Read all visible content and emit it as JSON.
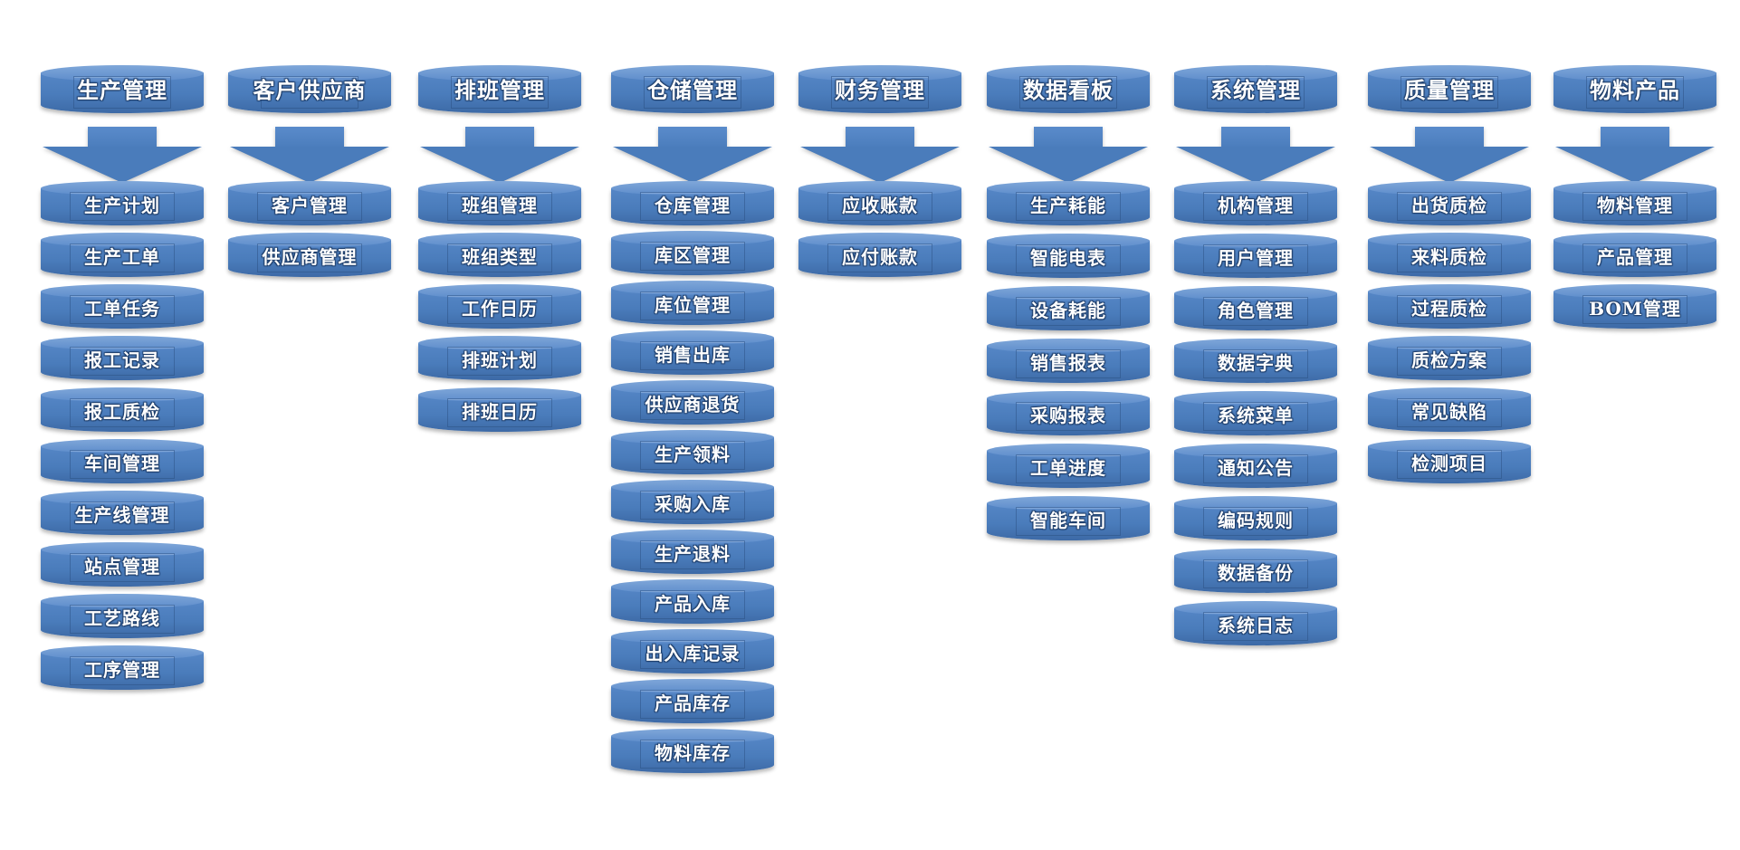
{
  "columns": [
    {
      "title": "生产管理",
      "items": [
        "生产计划",
        "生产工单",
        "工单任务",
        "报工记录",
        "报工质检",
        "车间管理",
        "生产线管理",
        "站点管理",
        "工艺路线",
        "工序管理"
      ]
    },
    {
      "title": "客户供应商",
      "items": [
        "客户管理",
        "供应商管理"
      ]
    },
    {
      "title": "排班管理",
      "items": [
        "班组管理",
        "班组类型",
        "工作日历",
        "排班计划",
        "排班日历"
      ]
    },
    {
      "title": "仓储管理",
      "items": [
        "仓库管理",
        "库区管理",
        "库位管理",
        "销售出库",
        "供应商退货",
        "生产领料",
        "采购入库",
        "生产退料",
        "产品入库",
        "出入库记录",
        "产品库存",
        "物料库存"
      ]
    },
    {
      "title": "财务管理",
      "items": [
        "应收账款",
        "应付账款"
      ]
    },
    {
      "title": "数据看板",
      "items": [
        "生产耗能",
        "智能电表",
        "设备耗能",
        "销售报表",
        "采购报表",
        "工单进度",
        "智能车间"
      ]
    },
    {
      "title": "系统管理",
      "items": [
        "机构管理",
        "用户管理",
        "角色管理",
        "数据字典",
        "系统菜单",
        "通知公告",
        "编码规则",
        "数据备份",
        "系统日志"
      ]
    },
    {
      "title": "质量管理",
      "items": [
        "出货质检",
        "来料质检",
        "过程质检",
        "质检方案",
        "常见缺陷",
        "检测项目"
      ]
    },
    {
      "title": "物料产品",
      "items": [
        "物料管理",
        "产品管理",
        "BOM管理"
      ]
    }
  ],
  "colors": {
    "disk": "#4a7cbb",
    "disk_top": "#7fa7d9",
    "text": "#ffffff",
    "outline": "#1f3e6a"
  }
}
